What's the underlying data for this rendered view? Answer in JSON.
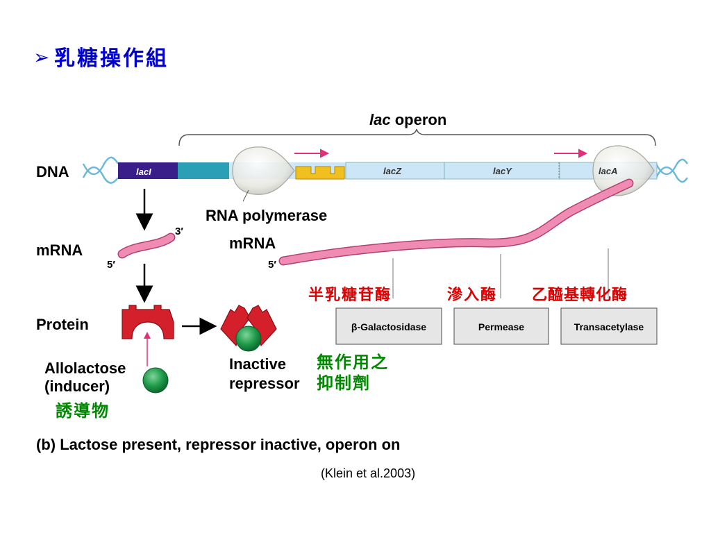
{
  "slide": {
    "title_bullet": "➢",
    "title": "乳糖操作組",
    "citation": "(Klein et al.2003)",
    "caption": "(b) Lactose present, repressor inactive, operon on"
  },
  "diagram": {
    "operon_label_italic": "lac",
    "operon_label_rest": " operon",
    "row_labels": {
      "dna": "DNA",
      "mrna_left": "mRNA",
      "mrna_right": "mRNA",
      "protein": "Protein"
    },
    "genes": {
      "laci": "lacI",
      "lacz": "lacZ",
      "lacy": "lacY",
      "laca": "lacA"
    },
    "rna_polymerase": "RNA polymerase",
    "prime_3": "3′",
    "prime_5_left": "5′",
    "prime_5_right": "5′",
    "enzymes": {
      "beta_galactosidase": "β-Galactosidase",
      "permease": "Permease",
      "transacetylase": "Transacetylase"
    },
    "enzymes_cn": {
      "beta_galactosidase": "半乳糖苷酶",
      "permease": "滲入酶",
      "transacetylase": "乙醯基轉化酶"
    },
    "allolactose_line1": "Allolactose",
    "allolactose_line2": "(inducer)",
    "inducer_cn": "誘導物",
    "inactive_line1": "Inactive",
    "inactive_line2": "repressor",
    "inactive_cn_line1": "無作用之",
    "inactive_cn_line2": "抑制劑"
  },
  "colors": {
    "title": "#0000cc",
    "laci": "#3a1f8a",
    "promoter": "#2a9fb5",
    "operator": "#f0c020",
    "genes": "#cde6f7",
    "mrna": "#f08cb4",
    "repressor": "#d4202a",
    "inducer": "#1e9a4a",
    "enzyme_box": "#e6e6e6",
    "cn_red": "#dd0000",
    "cn_green": "#008800"
  }
}
